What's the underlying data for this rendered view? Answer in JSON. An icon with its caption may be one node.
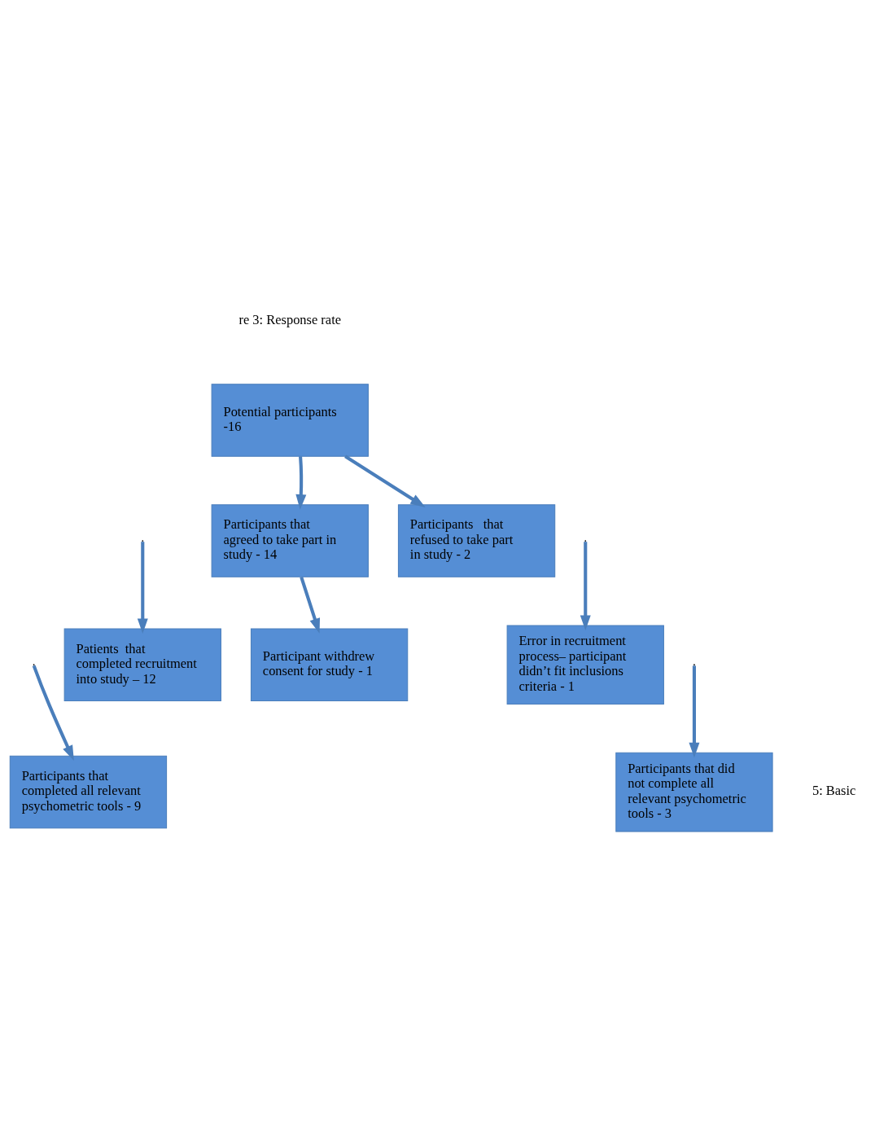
{
  "diagram": {
    "nodes": [
      {
        "text": [
          "Potential participants -16"
        ]
      },
      {
        "text": [
          "Participants that agreed to take part in study - 14"
        ]
      },
      {
        "text": [
          "Participants   that refused to take part in study - 2"
        ]
      },
      {
        "text": [
          "Patients  that completed recruitment into study – 12"
        ]
      },
      {
        "text": [
          "Error in recruitment process– participant didn’t fit inclusions criteria - 1"
        ]
      },
      {
        "text": [
          "Participant withdrew consent for study - 1"
        ]
      },
      {
        "text": [
          "Participants that completed all relevant psychometric tools - 9"
        ]
      },
      {
        "text": [
          "Participants that did not complete all relevant psychometric tools - 3"
        ]
      }
    ],
    "edges": [
      {
        "from": 0,
        "to": 1,
        "arrow": "to"
      },
      {
        "from": 0,
        "to": 2,
        "arrow": "to"
      },
      {
        "from": 1,
        "to": 5,
        "arrow": "to"
      },
      {
        "from": null,
        "to": 3,
        "arrow": "to"
      },
      {
        "from": null,
        "to": 4,
        "arrow": "to"
      },
      {
        "from": null,
        "to": 6,
        "arrow": "to"
      },
      {
        "from": null,
        "to": 7,
        "arrow": "to"
      }
    ],
    "labels": [
      "re 3: Response rate",
      "5: Basic"
    ]
  }
}
